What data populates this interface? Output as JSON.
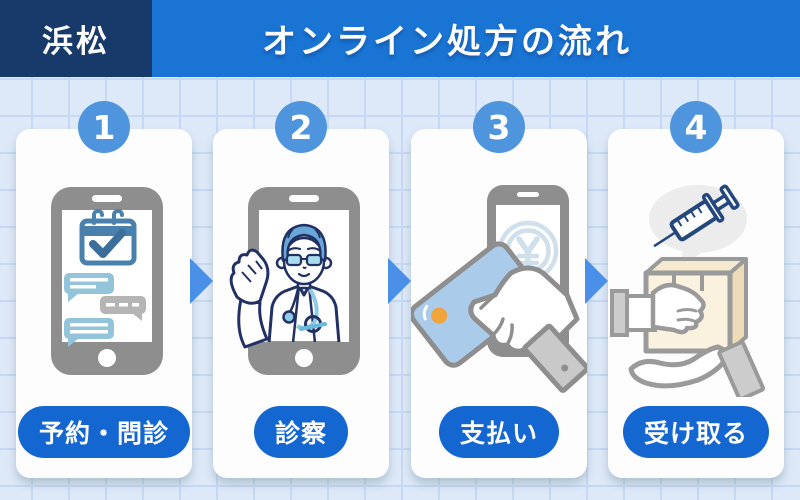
{
  "header": {
    "region_label": "浜松",
    "title": "オンライン処方の流れ"
  },
  "steps": [
    {
      "number": "1",
      "label": "予約・問診",
      "icon": "phone-calendar-chat-icon"
    },
    {
      "number": "2",
      "label": "診察",
      "icon": "phone-doctor-video-icon"
    },
    {
      "number": "3",
      "label": "支払い",
      "icon": "phone-card-payment-icon"
    },
    {
      "number": "4",
      "label": "受け取る",
      "icon": "medicine-package-handoff-icon"
    }
  ],
  "colors": {
    "header_navy": "#173a6a",
    "header_blue": "#1a74d3",
    "badge_blue": "#4e95de",
    "pill_blue": "#1467d0",
    "arrow_blue": "#4a90e8",
    "background": "#dde9f9",
    "grid_line": "#c6d8f3",
    "phone_gray": "#8e8e8e",
    "accent_steel_blue": "#4a80ac",
    "chat_blue": "#93c4da",
    "chat_gray": "#b5b5b5",
    "line_navy": "#223163",
    "card_cream": "#faf1de",
    "credit_card_blue": "#aacbea",
    "chip_orange": "#f1a33c"
  }
}
